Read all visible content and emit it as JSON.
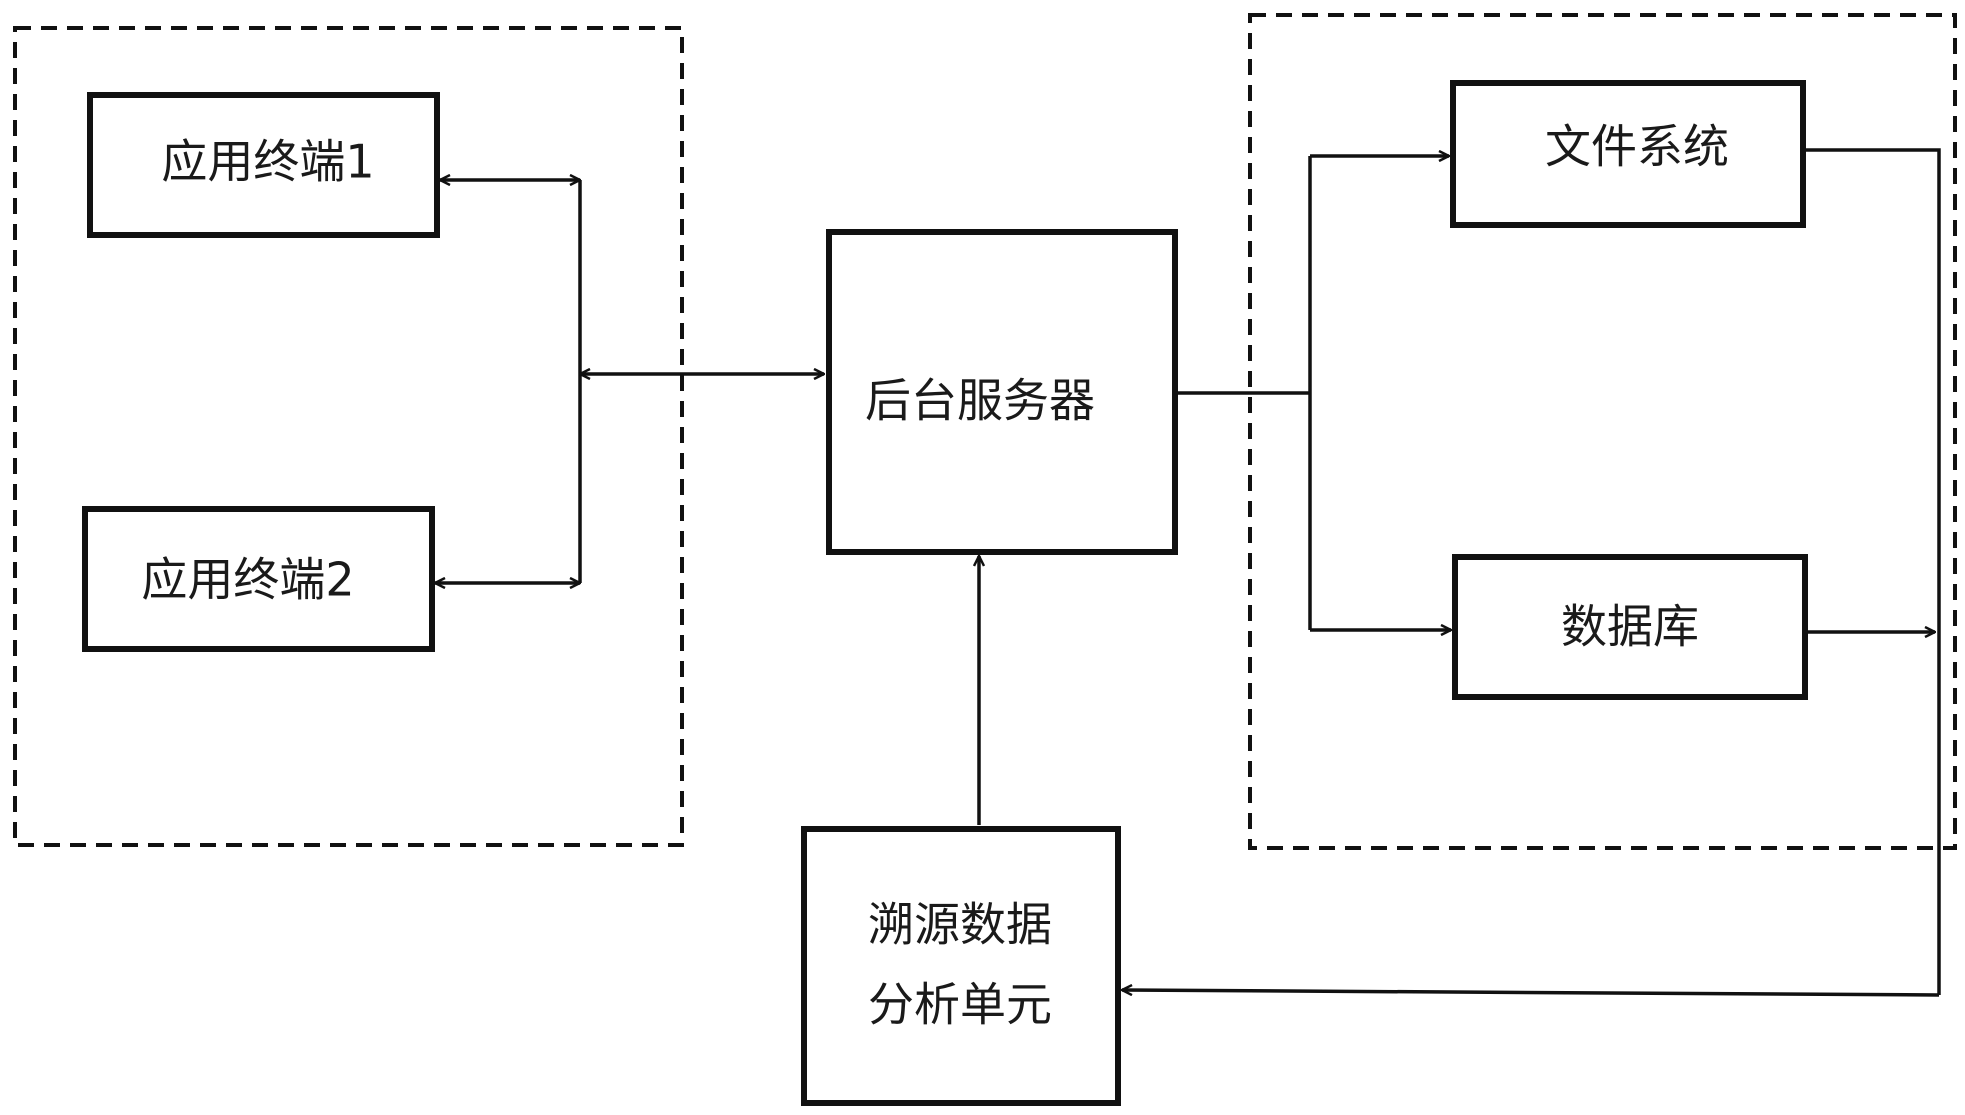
{
  "nodes": {
    "terminal_1": "应用终端1",
    "terminal_2": "应用终端2",
    "server": "后台服务器",
    "file_system": "文件系统",
    "database": "数据库",
    "analysis_unit_line1": "溯源数据",
    "analysis_unit_line2": "分析单元"
  },
  "edges": [
    {
      "from": "terminal_1",
      "to": "bus",
      "type": "bidirectional"
    },
    {
      "from": "terminal_2",
      "to": "bus",
      "type": "bidirectional"
    },
    {
      "from": "bus",
      "to": "server",
      "type": "bidirectional"
    },
    {
      "from": "server",
      "to": "file_system",
      "type": "arrow"
    },
    {
      "from": "server",
      "to": "database",
      "type": "arrow"
    },
    {
      "from": "database",
      "to": "right_bus",
      "type": "arrow"
    },
    {
      "from": "file_system",
      "to": "right_bus",
      "type": "line"
    },
    {
      "from": "right_bus",
      "to": "analysis_unit",
      "type": "arrow"
    },
    {
      "from": "analysis_unit",
      "to": "server",
      "type": "arrow"
    }
  ]
}
